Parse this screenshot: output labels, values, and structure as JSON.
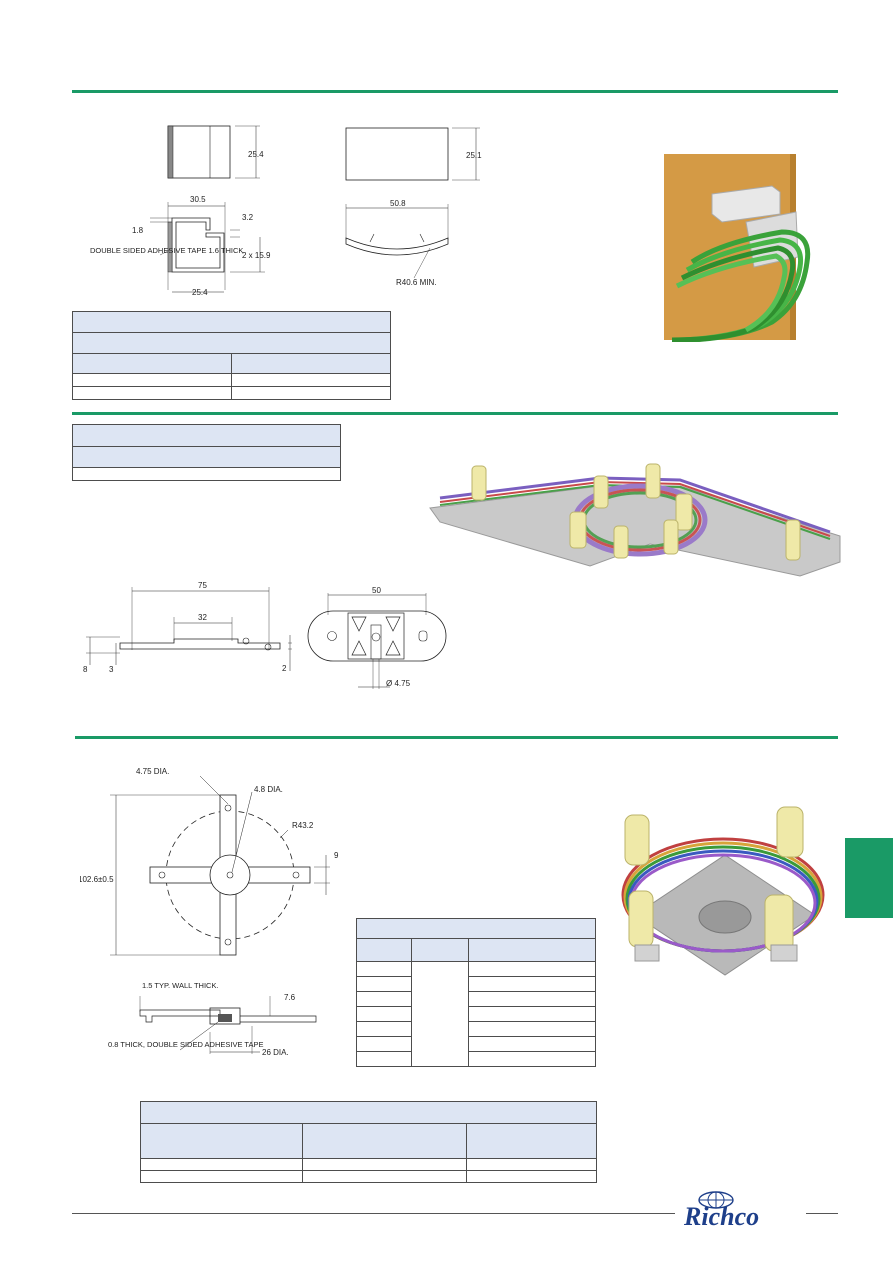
{
  "colors": {
    "accent_green": "#1a9a66",
    "table_header": "#dde5f3",
    "logo_blue": "#1e3f8a",
    "wire_green": "#3aa23a",
    "clip_cream": "#efe9a8",
    "panel_tan": "#d49a45"
  },
  "section1": {
    "side_view": {
      "height": "25.4"
    },
    "front_view": {
      "height": "25.1"
    },
    "profile": {
      "width": "30.5",
      "wall": "1.8",
      "slot": "3.2",
      "depth": "2 x 15.9",
      "base": "25.4",
      "tape_note": "DOUBLE SIDED ADHESIVE TAPE 1.6 THICK"
    },
    "curve": {
      "width": "50.8",
      "radius": "R40.6 MIN."
    }
  },
  "section2": {
    "side": {
      "length": "75",
      "inner": "32",
      "height": "8",
      "step": "3",
      "thickness": "2"
    },
    "top": {
      "length": "50",
      "hole": "Ø 4.75"
    }
  },
  "section3": {
    "plan": {
      "hole_small": "4.75 DIA.",
      "hole_center": "4.8 DIA.",
      "radius": "R43.2",
      "arm_width": "9",
      "overall": "102.6±0.5"
    },
    "section": {
      "wall": "1.5 TYP. WALL THICK.",
      "height": "7.6",
      "tape": "0.8 THICK, DOUBLE SIDED ADHESIVE TAPE",
      "base": "26 DIA."
    }
  },
  "footer": {
    "logo": "Richco"
  }
}
